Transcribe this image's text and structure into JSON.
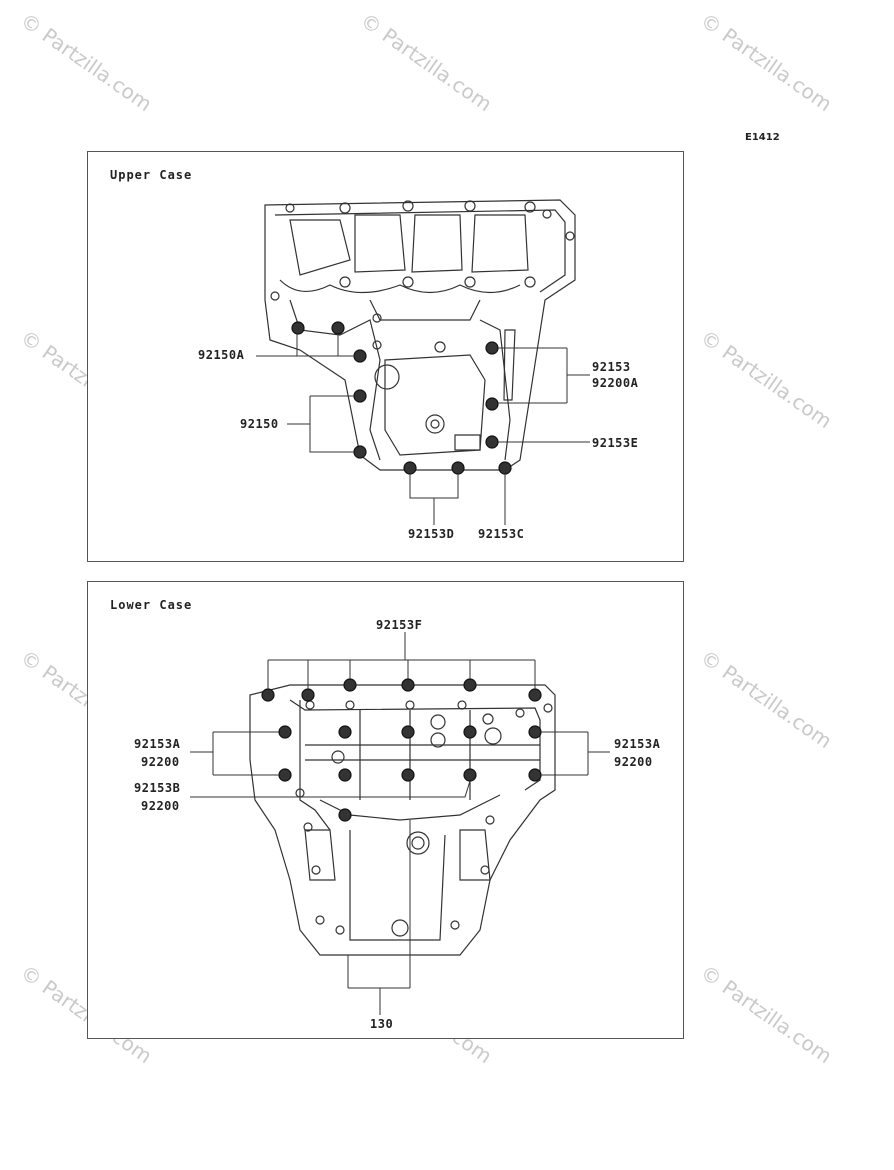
{
  "diagram_code": "E1412",
  "watermark": "© Partzilla.com",
  "upper": {
    "title": "Upper Case",
    "labels": {
      "l92150A": "92150A",
      "l92150": "92150",
      "l92153": "92153",
      "l92200A": "92200A",
      "l92153E": "92153E",
      "l92153D": "92153D",
      "l92153C": "92153C"
    }
  },
  "lower": {
    "title": "Lower Case",
    "labels": {
      "l92153F": "92153F",
      "l92153A_left": "92153A",
      "l92200_left": "92200",
      "l92153B": "92153B",
      "l92200_left2": "92200",
      "l92153A_right": "92153A",
      "l92200_right": "92200",
      "l130": "130"
    }
  }
}
